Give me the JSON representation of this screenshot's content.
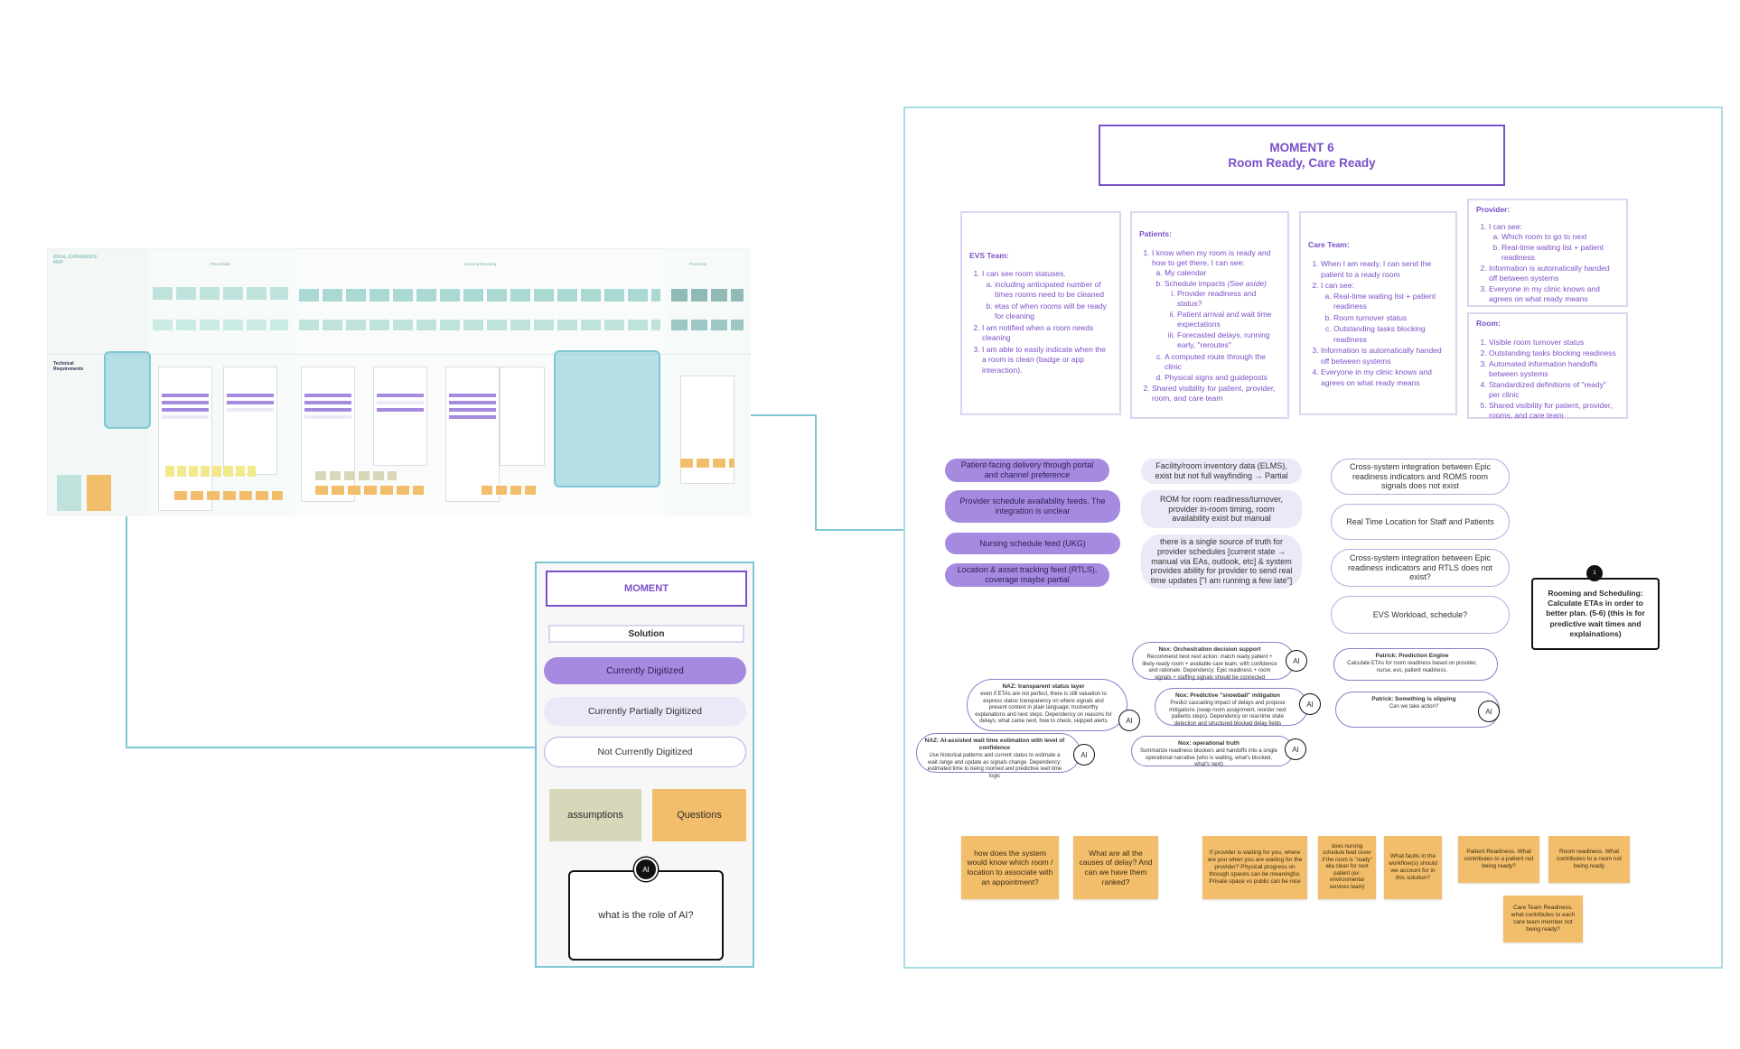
{
  "map": {
    "title": "IDEAL EXPERIENCE MAP",
    "sections": [
      "Pre-Arrival",
      "Arrival & Rooming",
      "Post-Visit"
    ],
    "tech_label": "Technical Requirements"
  },
  "legend": {
    "moment": "MOMENT",
    "solution": "Solution",
    "digitized": "Currently Digitized",
    "partial": "Currently Partially Digitized",
    "not_digitized": "Not Currently Digitized",
    "assumptions": "assumptions",
    "questions": "Questions",
    "ai_badge": "AI",
    "ai_role": "what is the role of AI?"
  },
  "moment": {
    "number": "MOMENT 6",
    "title": "Room Ready, Care Ready"
  },
  "cards": {
    "evs": {
      "title": "EVS Team:",
      "i1": "I can see room statuses.",
      "i1a": "including anticipated number of times rooms need to be cleaned",
      "i1b": "etas of when rooms will be ready for cleaning",
      "i2": "I am notified when a room needs cleaning",
      "i3": "I am able to easily indicate when the a room is clean (badge or app interaction)."
    },
    "patients": {
      "title": "Patients:",
      "i1": "I know when my room is ready and how to get there. I can see:",
      "i1a": "My calendar",
      "i1b": "Schedule impacts",
      "i1b_note": "(See aside)",
      "i1bi": "Provider readiness and status?",
      "i1bii": "Patient arrival and wait time expectations",
      "i1biii": "Forecasted delays, running early, \"reroutes\"",
      "i1c": "A computed route through the clinic",
      "i1d": "Physical signs and guideposts",
      "i2": "Shared visibility for patient, provider, room, and care team"
    },
    "care": {
      "title": "Care Team:",
      "i1": "When I am ready, I can send the patient to a ready room",
      "i2": "I can see:",
      "i2a": "Real-time waiting list + patient readiness",
      "i2b": "Room turnover status",
      "i2c": "Outstanding tasks blocking readiness",
      "i3": "Information is automatically handed off between systems",
      "i4": "Everyone in my clinic knows and agrees on what ready means"
    },
    "provider": {
      "title": "Provider:",
      "i1": "I can see:",
      "i1a": "Which room to go to next",
      "i1b": "Real-time waiting list + patient readiness",
      "i2": "Information is automatically handed off between systems",
      "i3": "Everyone in my clinic knows and agrees on what ready means"
    },
    "room": {
      "title": "Room:",
      "i1": "Visible room turnover status",
      "i2": "Outstanding tasks blocking readiness",
      "i3": "Automated information handoffs between systems",
      "i4": "Standardized definitions of \"ready\" per clinic",
      "i5": "Shared visibility for patient, provider, rooms, and care team"
    }
  },
  "digitized": [
    "Patient-facing delivery through portal and channel preference",
    "Provider schedule availability feeds. The integration is unclear",
    "Nursing schedule feed (UKG)",
    "Location & asset tracking feed (RTLS), coverage maybe partial"
  ],
  "partial": [
    "Facility/room inventory data (ELMS), exist but not full wayfinding → Partial",
    "ROM for room readiness/turnover, provider in-room timing, room availability exist but manual",
    "there is a single source of truth for provider schedules [current state → manual via EAs, outlook, etc] & system provides ability for provider to send real time updates [\"I am running a few late\"]"
  ],
  "not_digitized": [
    "Cross-system integration between Epic readiness indicators and ROMS room signals does not exist",
    "Real Time Location for Staff and Patients",
    "Cross-system integration between Epic readiness indicators and RTLS does not exist?",
    "EVS Workload, schedule?"
  ],
  "ai_bubbles": {
    "b1_title": "Nox: Orchestration decision support",
    "b1_text": "Recommend best next action: match ready patient + likely-ready room + available care team, with confidence and rationale. Dependency: Epic readiness + room signals + staffing signals should be connected",
    "b2_title": "NAZ: transparent status layer",
    "b2_text": "even if ETAs are not perfect, there is still valuation to express status transparency on where signals and present context in plain language; trustworthy explanations and next steps. Dependency on reasons for delays, what came next, how to check, skipped alerts",
    "b3_title": "Nox: Predictive \"snowball\" mitigation",
    "b3_text": "Predict cascading impact of delays and propose mitigations (swap room assignment, reorder next patients steps). Dependency on real-time state detection and structured blocked delay fields",
    "b4_title": "NAZ: AI-assisted wait time estimation with level of confidence",
    "b4_text": "Use historical patterns and current status to estimate a wait range and update as signals change. Dependency: estimated time to being roomed and predictive wait time logic",
    "b5_title": "Nox: operational truth",
    "b5_text": "Summarize readiness blockers and handoffs into a single operational narrative (who is waiting, what's blocked, what's next)",
    "b6_title": "Patrick: Prediction Engine",
    "b6_text": "Calculate ETAs for room readiness based on provider, nurse, evs, patient readiness.",
    "b7_title": "Patrick: Something is slipping",
    "b7_text": "Can we take action?"
  },
  "callout": {
    "badge": "1",
    "text": "Rooming and Scheduling: Calculate ETAs in order to better plan. (5-6) (this is for predictive wait times and explainations)"
  },
  "questions": [
    "how does the system would know which room / location to associate with an appointment?",
    "What are all the causes of delay? And can we have them ranked?",
    "If provider is waiting for you, where are you when you are waiting for the provider? Physical progress on through spaces can be meaningful. Private space vs public can be nice",
    "does nursing schedule feed cover if the room is \"ready\" aka clean for next patient (ex: environmental services team)",
    "What faults in the workflow(s) should we account for in this solution?",
    "Patient Readiness. What contributes to a patient not being ready?",
    "Room readiness. What contributes to a room not being ready",
    "Care Team Readiness. what contributes to each care team member not being ready?"
  ],
  "colors": {
    "frame": "#7ec8d4",
    "accent": "#7b4fc9",
    "digitized": "#a58ae0",
    "partial": "#ece8f7",
    "sticky": "#f3be6b",
    "assumption": "#d8d7b9"
  }
}
